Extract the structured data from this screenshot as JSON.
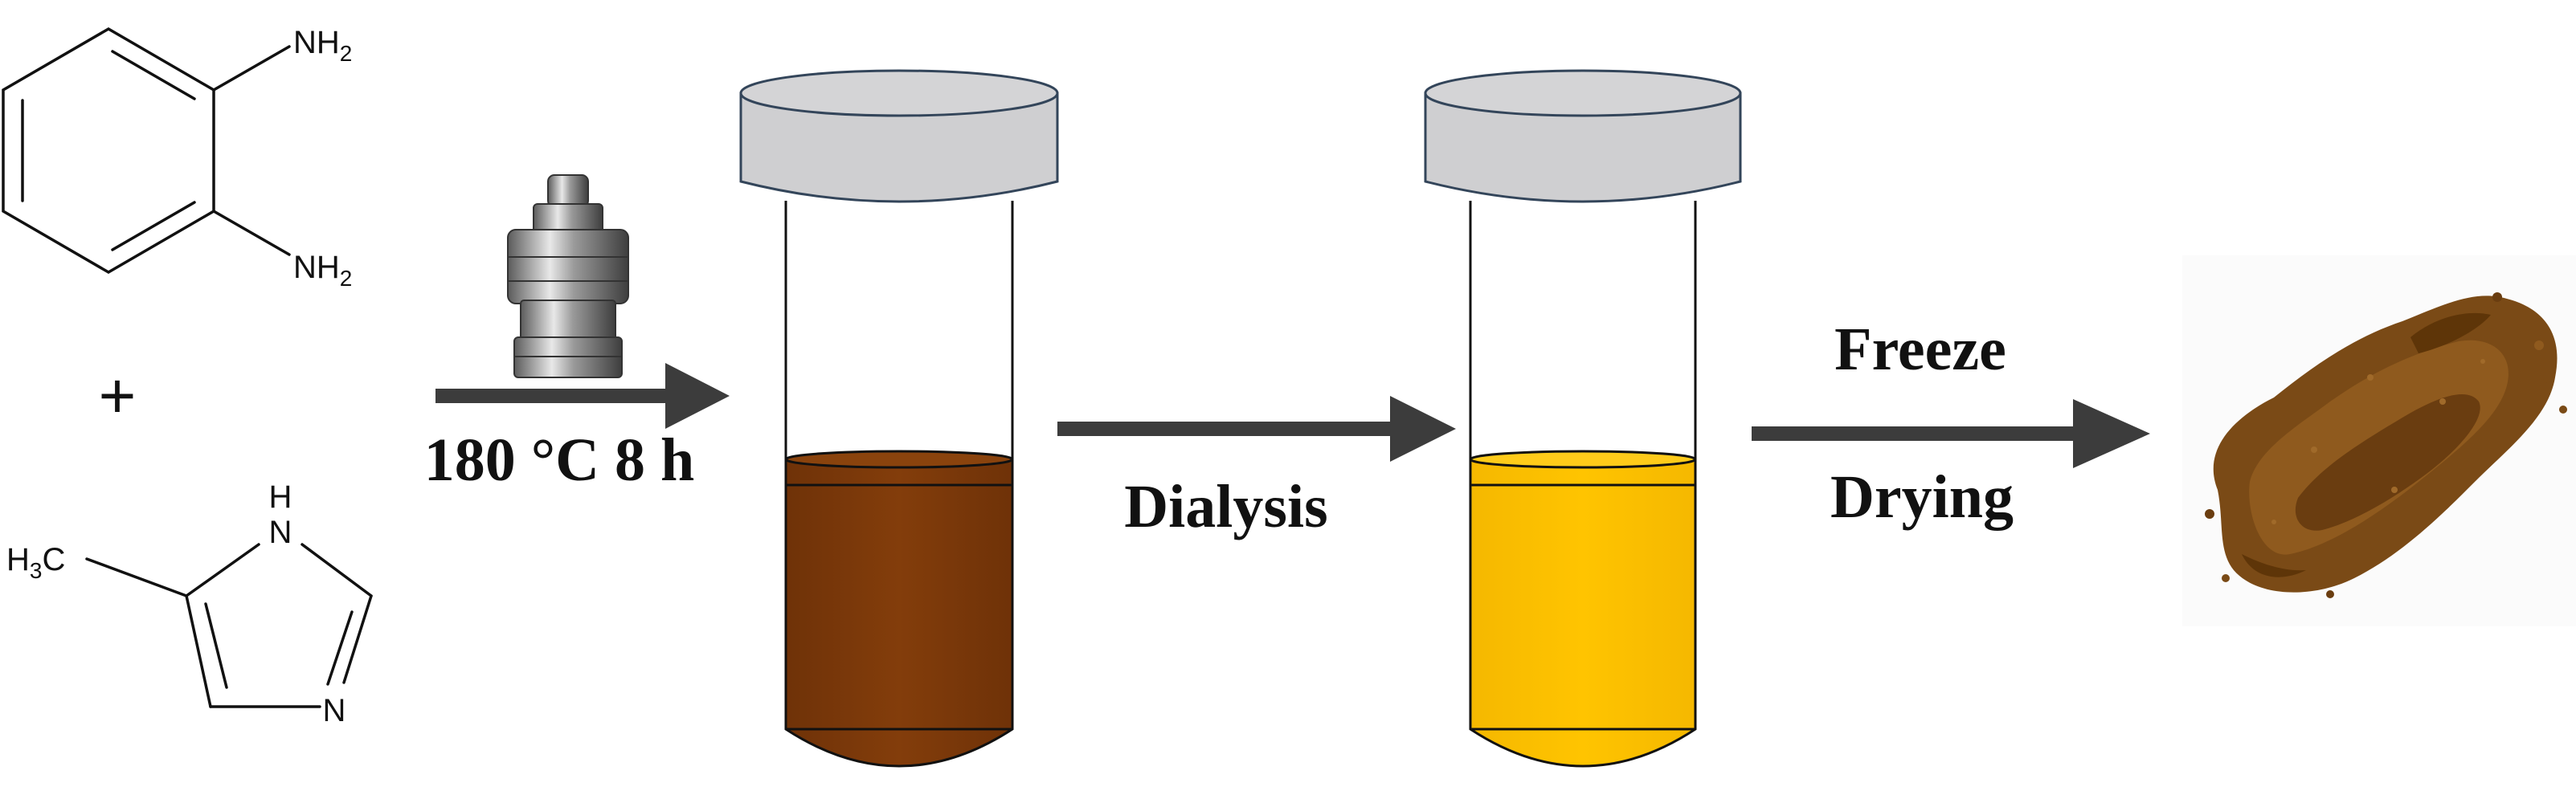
{
  "reactant_1": {
    "amine_label_top": "NH",
    "amine_label_bottom": "NH",
    "subscript": "2"
  },
  "plus_sign": "+",
  "reactant_2": {
    "methyl_label": "H",
    "methyl_sub": "3",
    "methyl_tail": "C",
    "nh_label": "H",
    "n_top_label": "N",
    "n_bottom_label": "N"
  },
  "steps": {
    "reaction_condition": "180 °C 8 h",
    "purification": "Dialysis",
    "drying_line1": "Freeze",
    "drying_line2": "Drying"
  },
  "colors": {
    "crude_solution": "#7f3a0a",
    "dialyzed_solution": "#ffc000",
    "cap": "#d0d0d2",
    "arrow": "#3c3c3c",
    "powder": "#7a4a16"
  }
}
